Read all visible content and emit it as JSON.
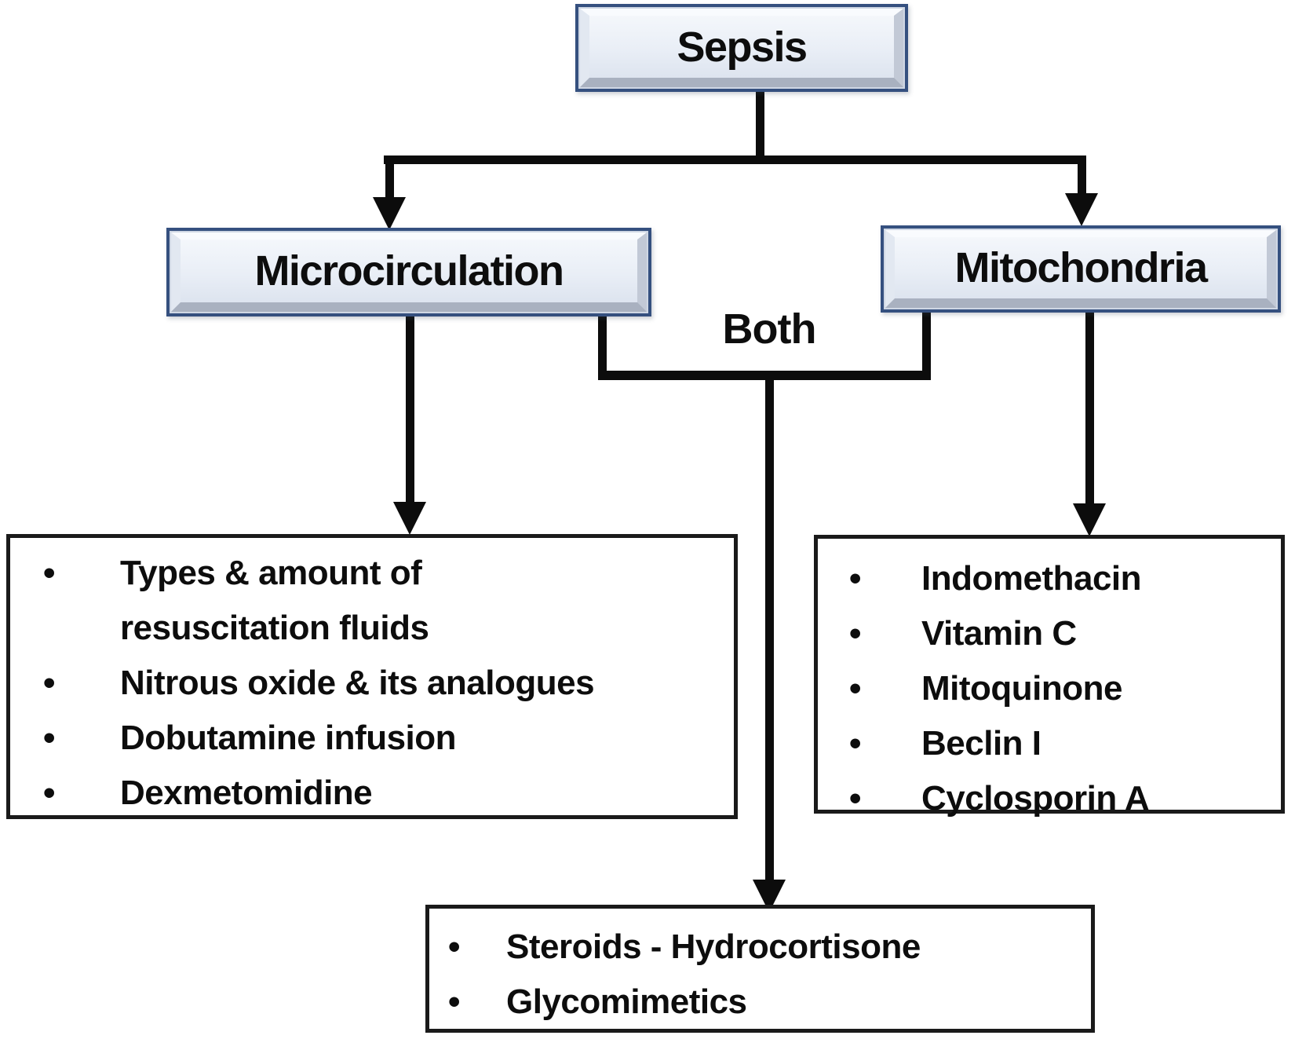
{
  "figure": {
    "type": "flowchart",
    "background": "#ffffff"
  },
  "glyphs": {
    "bullet": "•"
  },
  "colors": {
    "node_border": "#35507f",
    "node_face": "#e9eef6",
    "connector": "#0c0c0c",
    "list_border": "#1a1a1a",
    "text": "#111111"
  },
  "nodes": {
    "sepsis": {
      "label": "Sepsis"
    },
    "microcirculation": {
      "label": "Microcirculation"
    },
    "mitochondria": {
      "label": "Mitochondria"
    },
    "both_label": "Both"
  },
  "lists": {
    "microcirculation": {
      "items": [
        "Types & amount of\nresuscitation fluids",
        "Nitrous oxide & its analogues",
        "Dobutamine infusion",
        "Dexmetomidine"
      ]
    },
    "mitochondria": {
      "items": [
        "Indomethacin",
        "Vitamin C",
        "Mitoquinone",
        "Beclin I",
        "Cyclosporin A"
      ]
    },
    "both": {
      "items": [
        "Steroids - Hydrocortisone",
        "Glycomimetics"
      ]
    }
  },
  "edges": [
    {
      "from": "sepsis",
      "to": "microcirculation",
      "label": ""
    },
    {
      "from": "sepsis",
      "to": "mitochondria",
      "label": ""
    },
    {
      "from": "microcirculation",
      "to": "microcirculation-list",
      "label": ""
    },
    {
      "from": "mitochondria",
      "to": "mitochondria-list",
      "label": ""
    },
    {
      "from": "microcirculation + mitochondria",
      "to": "both-list",
      "label": "Both"
    }
  ]
}
